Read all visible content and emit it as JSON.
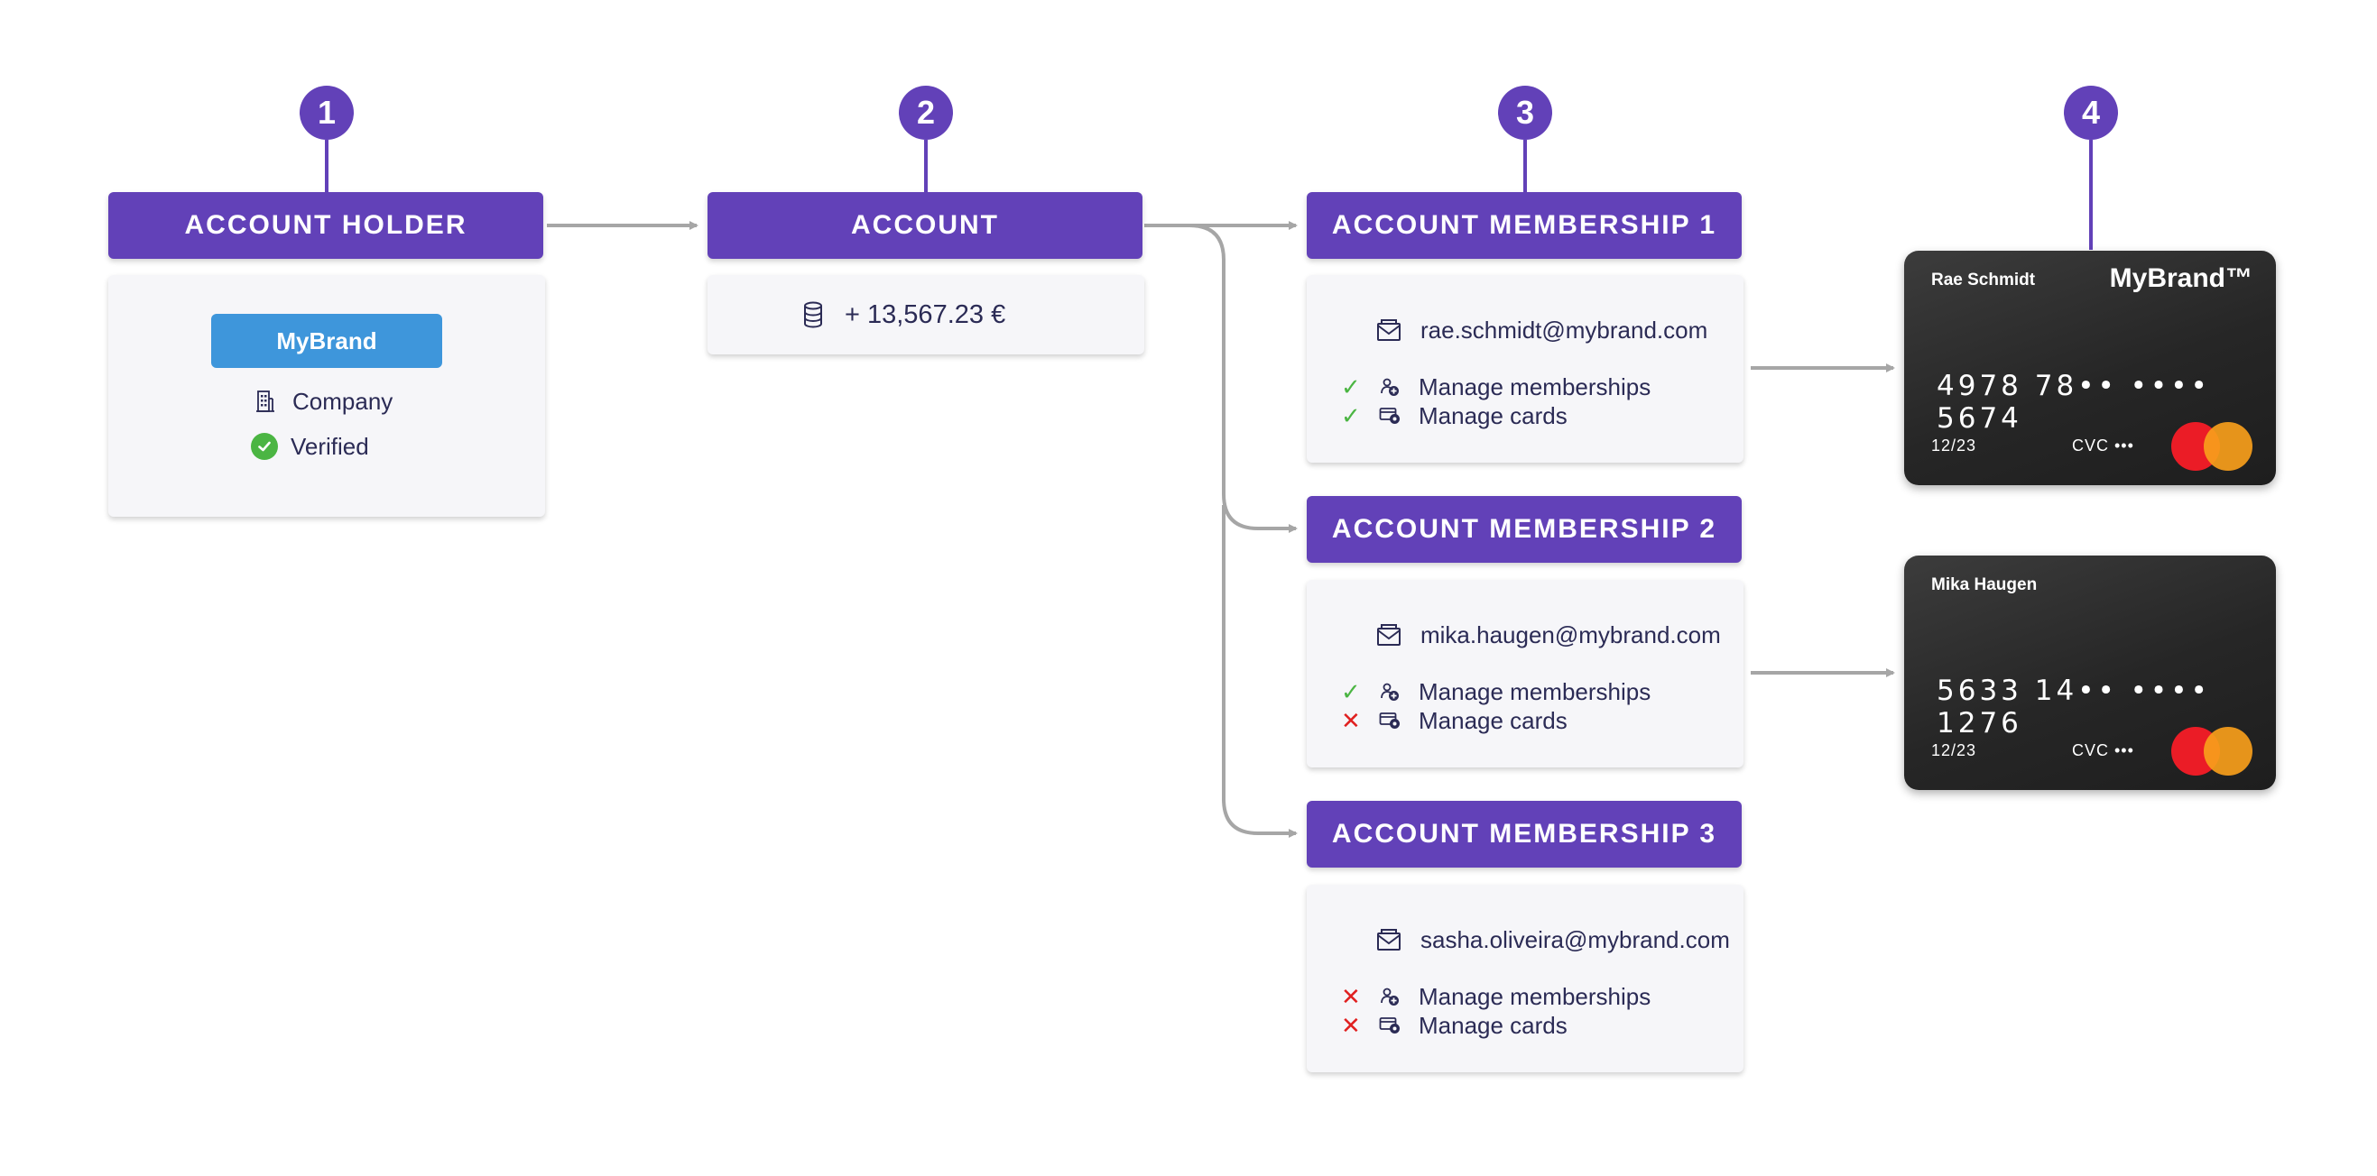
{
  "steps": [
    "1",
    "2",
    "3",
    "4"
  ],
  "account_holder": {
    "title": "ACCOUNT HOLDER",
    "brand": "MyBrand",
    "type": "Company",
    "status": "Verified"
  },
  "account": {
    "title": "ACCOUNT",
    "balance": "+ 13,567.23 €"
  },
  "memberships": [
    {
      "title": "ACCOUNT MEMBERSHIP 1",
      "email": "rae.schmidt@mybrand.com",
      "perm1": "Manage memberships",
      "perm2": "Manage cards",
      "perm1_granted": true,
      "perm2_granted": true
    },
    {
      "title": "ACCOUNT MEMBERSHIP 2",
      "email": "mika.haugen@mybrand.com",
      "perm1": "Manage memberships",
      "perm2": "Manage cards",
      "perm1_granted": true,
      "perm2_granted": false
    },
    {
      "title": "ACCOUNT MEMBERSHIP 3",
      "email": "sasha.oliveira@mybrand.com",
      "perm1": "Manage memberships",
      "perm2": "Manage cards",
      "perm1_granted": false,
      "perm2_granted": false
    }
  ],
  "cards": [
    {
      "holder": "Rae Schmidt",
      "brand": "MyBrand™",
      "number": "4978 78•• •••• 5674",
      "expiry": "12/23",
      "cvc": "CVC •••"
    },
    {
      "holder": "Mika Haugen",
      "number": "5633 14•• •••• 1276",
      "expiry": "12/23",
      "cvc": "CVC •••"
    }
  ],
  "symbols": {
    "check": "✓",
    "cross": "✕"
  },
  "colors": {
    "primary": "#6241b8",
    "brand_button": "#3e96db",
    "verified": "#4bb543",
    "granted": "#4bb543",
    "denied": "#e02020",
    "connector": "#a6a6a6"
  }
}
